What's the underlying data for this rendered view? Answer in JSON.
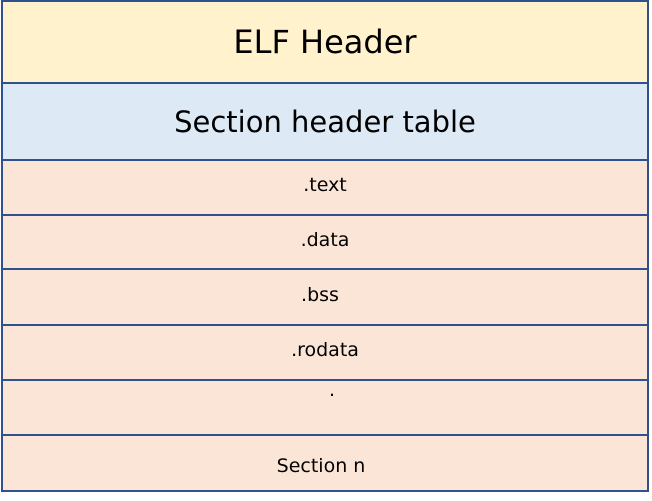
{
  "diagram": {
    "elf_header": {
      "label": "ELF Header",
      "color": "#fff2cc"
    },
    "section_header_table": {
      "label": "Section header table",
      "color": "#dee9f6"
    },
    "section_color": "#fbe5d6",
    "border_color": "#2f528f",
    "sections": [
      {
        "label": ".text"
      },
      {
        "label": ".data"
      },
      {
        "label": ".bss"
      },
      {
        "label": ".rodata"
      },
      {
        "label": "."
      },
      {
        "label": "Section n"
      }
    ]
  }
}
